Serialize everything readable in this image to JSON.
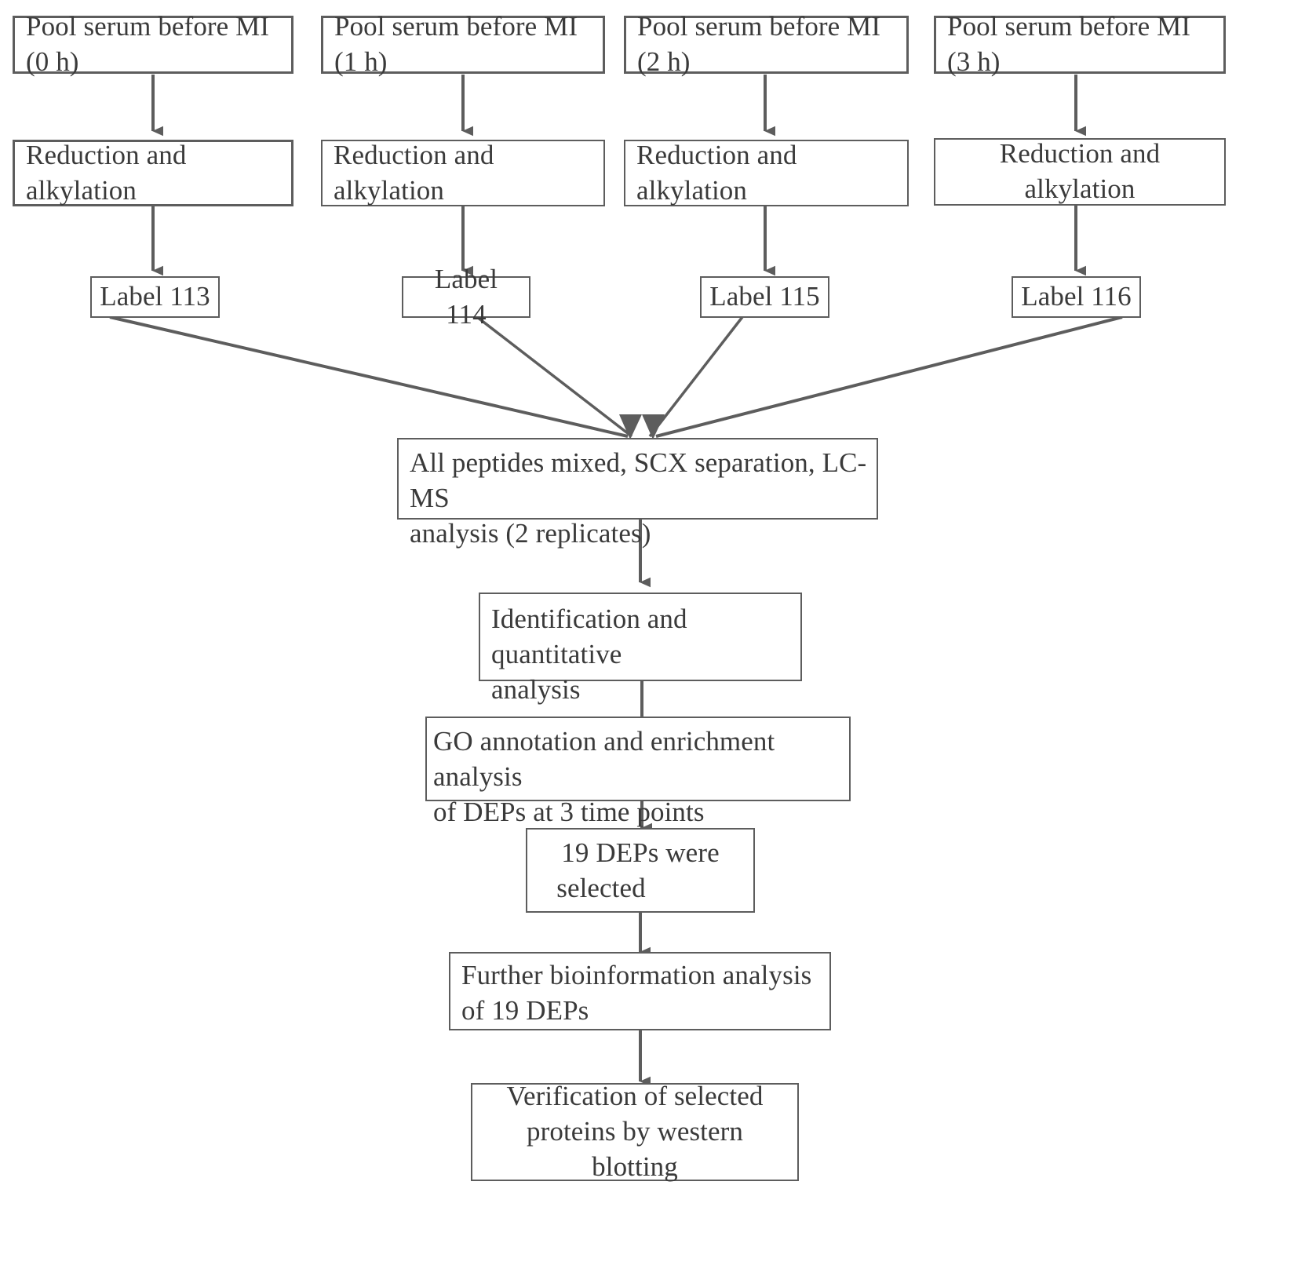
{
  "diagram": {
    "type": "flowchart",
    "title": "iTRAQ proteomics workflow for serum before MI",
    "background_color": "#ffffff",
    "line_color": "#5d5d5d",
    "text_color": "#3a3a3a",
    "branches": [
      {
        "id": "branch-0h",
        "time_point": "0 h",
        "steps": [
          "Pool serum before MI (0 h)",
          "Reduction and alkylation",
          "Label 113"
        ]
      },
      {
        "id": "branch-1h",
        "time_point": "1 h",
        "steps": [
          "Pool serum before MI (1 h)",
          "Reduction and alkylation",
          "Label 114"
        ]
      },
      {
        "id": "branch-2h",
        "time_point": "2 h",
        "steps": [
          "Pool serum before MI (2 h)",
          "Reduction and alkylation",
          "Label 115"
        ]
      },
      {
        "id": "branch-3h",
        "time_point": "3 h",
        "steps": [
          "Pool serum before MI (3 h)",
          "Reduction and alkylation",
          "Label 116"
        ]
      }
    ],
    "nodes": {
      "pool_0h": "Pool serum before MI (0 h)",
      "pool_1h": "Pool serum before MI (1 h)",
      "pool_2h": "Pool serum before MI (2 h)",
      "pool_3h": "Pool serum before MI (3 h)",
      "reduction_0h": "Reduction and alkylation",
      "reduction_1h": "Reduction and alkylation",
      "reduction_2h": "Reduction and alkylation",
      "reduction_3h": "Reduction and alkylation",
      "label_113": "Label 113",
      "label_114": "Label 114",
      "label_115": "Label 115",
      "label_116": "Label 116",
      "mixed": "All peptides mixed, SCX separation, LC-MS analysis (2 replicates)",
      "identification": "Identification and quantitative analysis",
      "go_annotation": "GO annotation and enrichment analysis of DEPs at 3 time points",
      "deps_selected": "19 DEPs were selected",
      "bioinformation": "Further bioinformation analysis of 19 DEPs",
      "verification": "Verification of selected proteins by western blotting"
    },
    "node_lines": {
      "mixed": [
        "All peptides mixed, SCX separation, LC-MS",
        "analysis (2 replicates)"
      ],
      "identification": [
        "Identification and quantitative",
        "analysis"
      ],
      "go_annotation": [
        "GO annotation and enrichment analysis",
        "of DEPs at 3 time points"
      ],
      "deps_selected": [
        "19 DEPs were",
        "selected"
      ],
      "bioinformation": [
        "Further bioinformation analysis",
        "of 19 DEPs"
      ],
      "verification": [
        "Verification of selected",
        "proteins by western blotting"
      ]
    },
    "edges": [
      {
        "from": "pool_0h",
        "to": "reduction_0h",
        "arrow": true
      },
      {
        "from": "pool_1h",
        "to": "reduction_1h",
        "arrow": true
      },
      {
        "from": "pool_2h",
        "to": "reduction_2h",
        "arrow": true
      },
      {
        "from": "pool_3h",
        "to": "reduction_3h",
        "arrow": true
      },
      {
        "from": "reduction_0h",
        "to": "label_113",
        "arrow": true
      },
      {
        "from": "reduction_1h",
        "to": "label_114",
        "arrow": true
      },
      {
        "from": "reduction_2h",
        "to": "label_115",
        "arrow": true
      },
      {
        "from": "reduction_3h",
        "to": "label_116",
        "arrow": true
      },
      {
        "from": "label_113",
        "to": "mixed",
        "arrow": true
      },
      {
        "from": "label_114",
        "to": "mixed",
        "arrow": true
      },
      {
        "from": "label_115",
        "to": "mixed",
        "arrow": true
      },
      {
        "from": "label_116",
        "to": "mixed",
        "arrow": true
      },
      {
        "from": "mixed",
        "to": "identification",
        "arrow": true
      },
      {
        "from": "identification",
        "to": "go_annotation",
        "arrow": false
      },
      {
        "from": "go_annotation",
        "to": "deps_selected",
        "arrow": true
      },
      {
        "from": "deps_selected",
        "to": "bioinformation",
        "arrow": true
      },
      {
        "from": "bioinformation",
        "to": "verification",
        "arrow": true
      }
    ]
  }
}
